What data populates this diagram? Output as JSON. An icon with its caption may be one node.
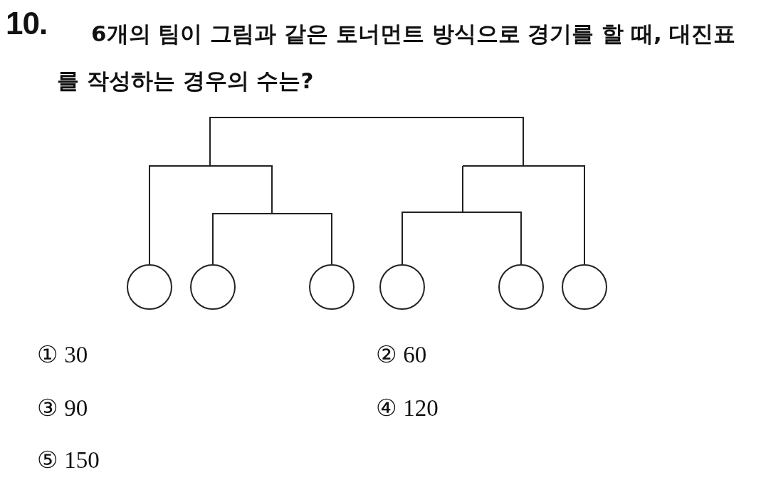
{
  "diagram": {
    "title": "6개의 팀이 그림과 같은 토너먼트 방식으로 경기를 할 때, 대진표를 작성하는 경우의 수는?",
    "nodes": [
      {
        "text": [],
        "shape": "circle"
      },
      {
        "text": [],
        "shape": "circle"
      },
      {
        "text": [],
        "shape": "circle"
      },
      {
        "text": [],
        "shape": "circle"
      },
      {
        "text": [],
        "shape": "circle"
      },
      {
        "text": [],
        "shape": "circle"
      }
    ],
    "labels": [
      "10.",
      "① 30",
      "② 60",
      "③ 90",
      "④ 120",
      "⑤ 150"
    ]
  }
}
